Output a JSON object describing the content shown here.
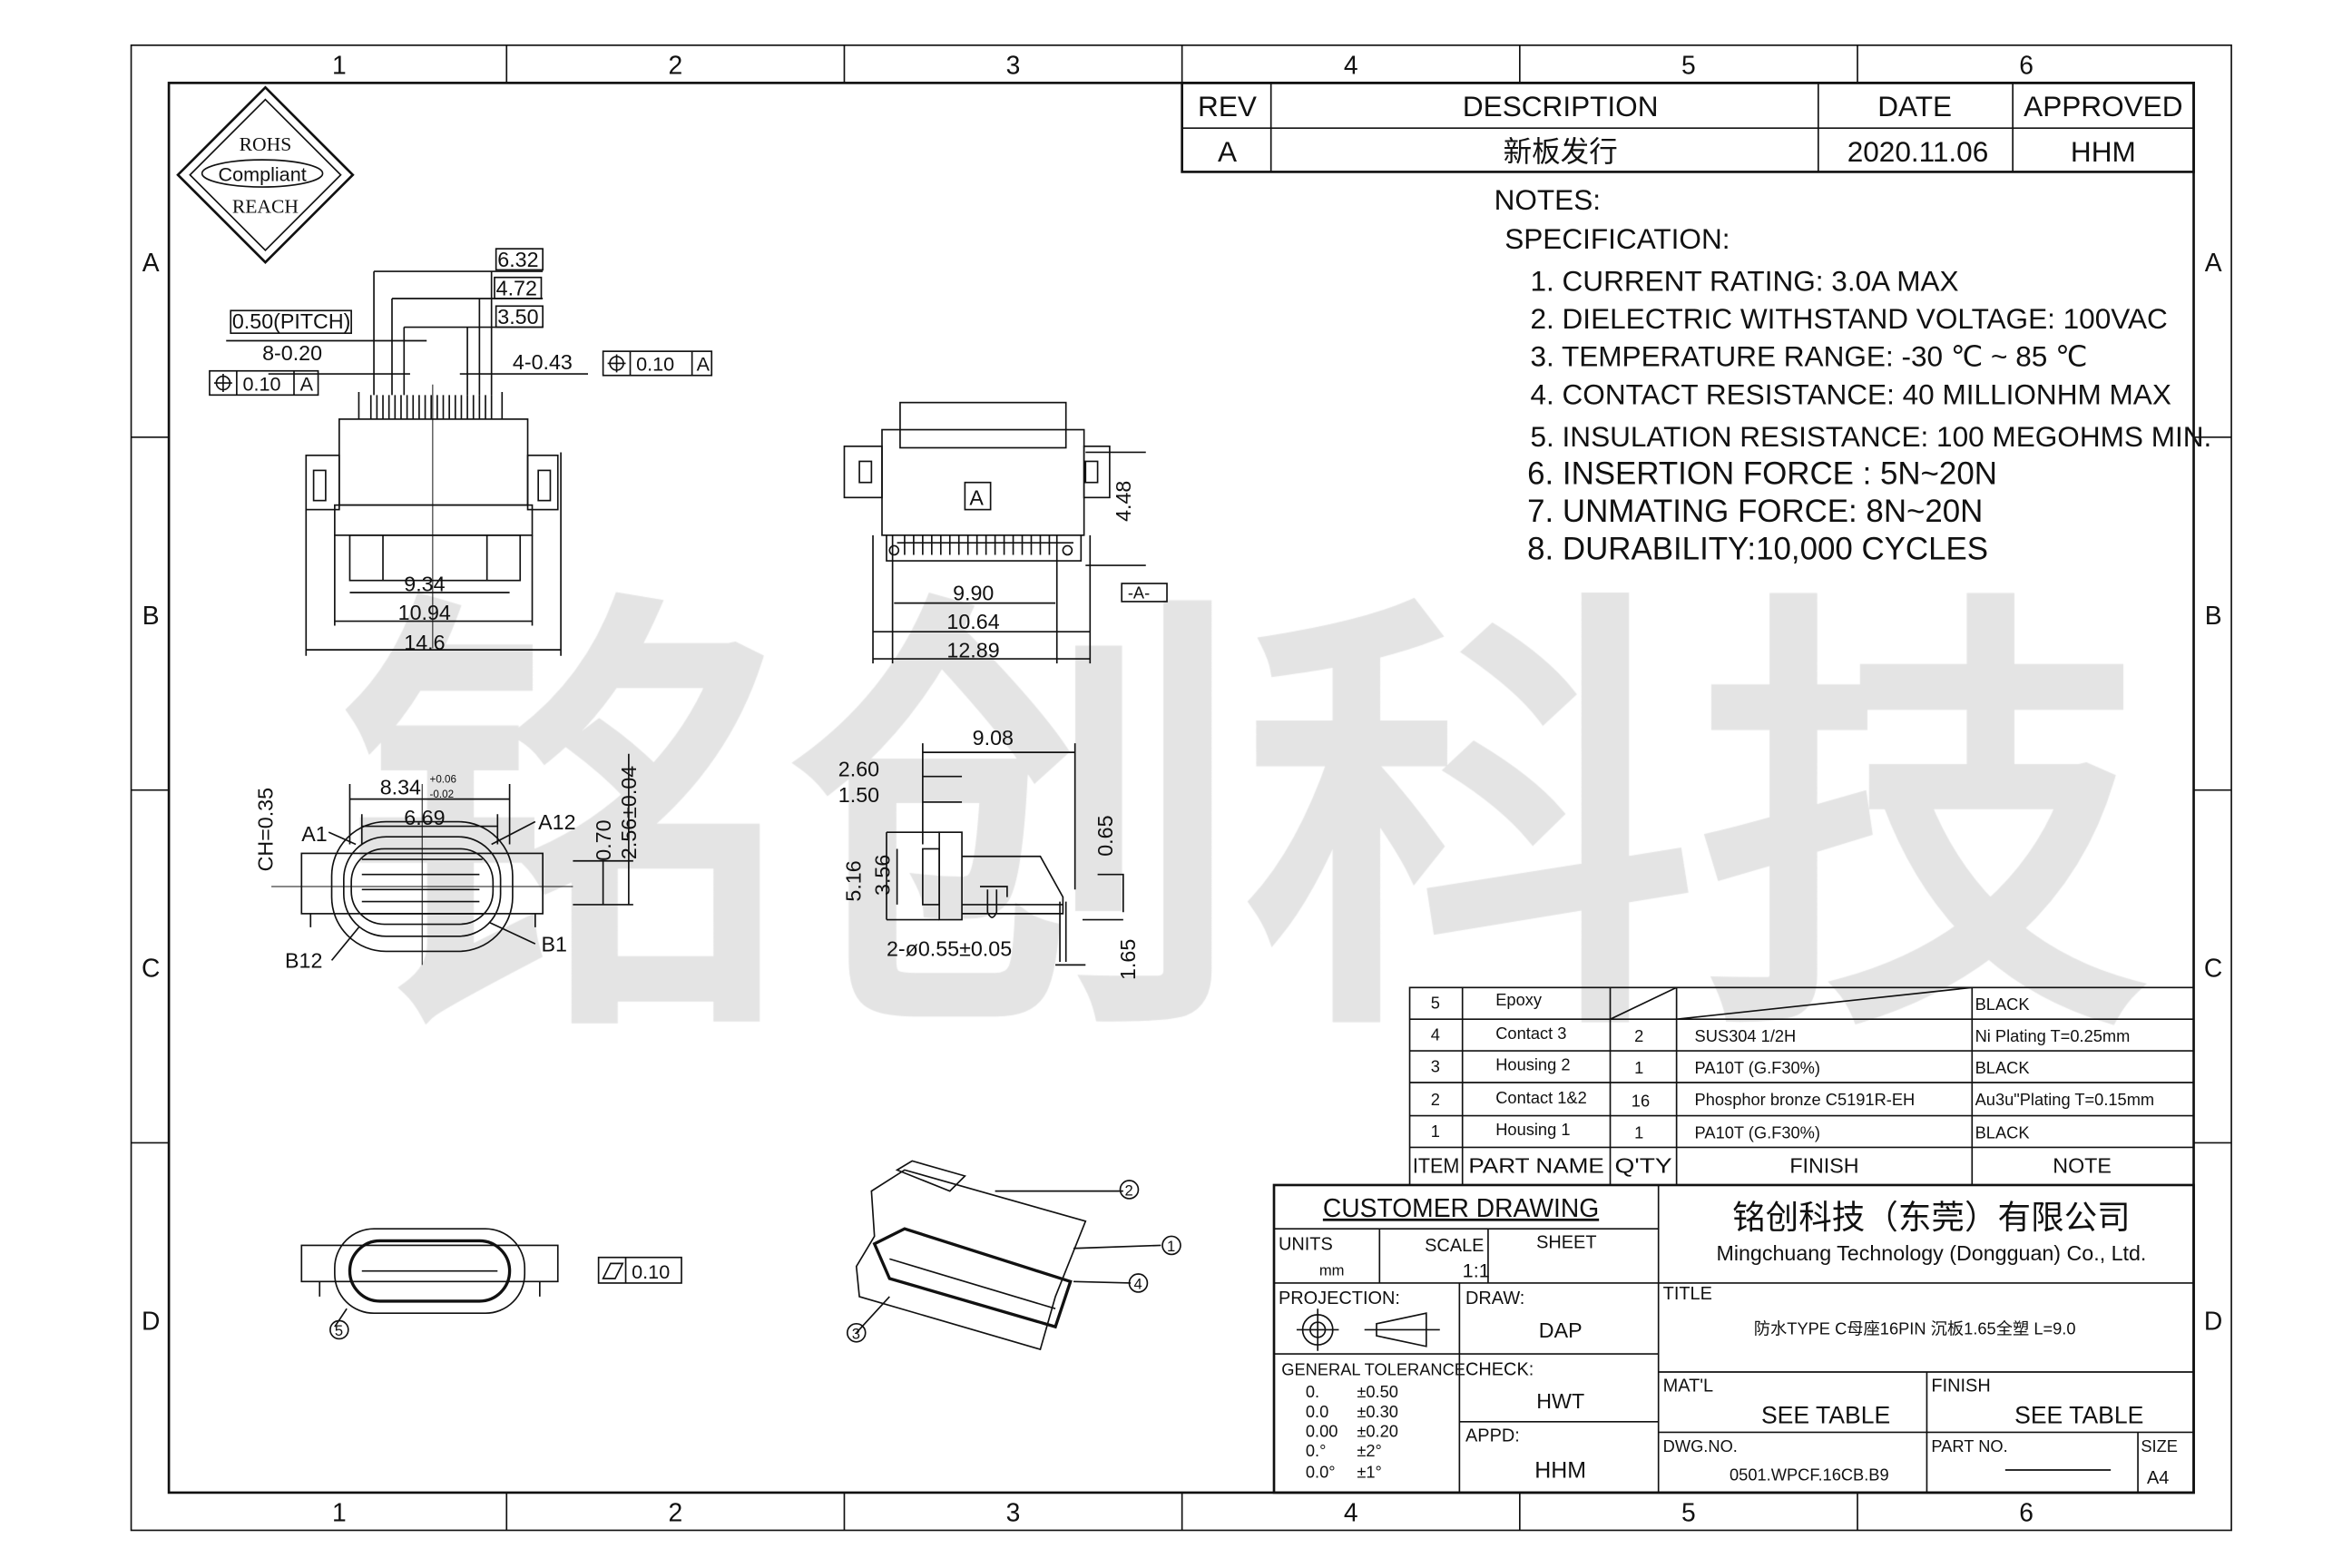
{
  "frame": {
    "zones_columns": [
      "1",
      "2",
      "3",
      "4",
      "5",
      "6"
    ],
    "zones_rows": [
      "A",
      "B",
      "C",
      "D"
    ]
  },
  "watermark": "铭创科技",
  "rohs_badge": {
    "line1": "ROHS",
    "line2": "Compliant",
    "line3": "REACH"
  },
  "revision_table": {
    "headers": {
      "rev": "REV",
      "description": "DESCRIPTION",
      "date": "DATE",
      "approved": "APPROVED"
    },
    "rows": [
      {
        "rev": "A",
        "description": "新板发行",
        "date": "2020.11.06",
        "approved": "HHM"
      }
    ]
  },
  "notes": {
    "title": "NOTES:",
    "subtitle": "SPECIFICATION:",
    "items": [
      "1. CURRENT RATING: 3.0A MAX",
      "2. DIELECTRIC WITHSTAND VOLTAGE: 100VAC",
      "3. TEMPERATURE RANGE: -30 ℃ ~ 85 ℃",
      "4. CONTACT RESISTANCE: 40 MILLIONHM MAX",
      "5. INSULATION RESISTANCE: 100 MEGOHMS MIN.",
      "6. INSERTION FORCE : 5N~20N",
      "7. UNMATING FORCE: 8N~20N",
      "8. DURABILITY:10,000 CYCLES"
    ]
  },
  "views": {
    "top_left": {
      "dims": {
        "d632": "6.32",
        "d472": "4.72",
        "d350": "3.50",
        "pitch": "0.50(PITCH)",
        "d820": "8-0.20",
        "d443": "4-0.43",
        "d934": "9.34",
        "d1094": "10.94",
        "d146": "14.6"
      },
      "fcf_left": {
        "tol": "0.10",
        "datum": "A"
      },
      "fcf_right": {
        "tol": "0.10",
        "datum": "A"
      }
    },
    "top_middle": {
      "datum_label": "A",
      "dims": {
        "d990": "9.90",
        "d1064": "10.64",
        "d1289": "12.89",
        "d448": "4.48",
        "datum_ref": "-A-"
      }
    },
    "front": {
      "dims": {
        "d834": "8.34",
        "tol_plus": "+0.06",
        "tol_minus": "-0.02",
        "d669": "6.69",
        "ch": "CH=0.35",
        "d070": "0.70",
        "d256": "2.56±0.04"
      },
      "pins": {
        "a1": "A1",
        "a12": "A12",
        "b12": "B12",
        "b1": "B1"
      }
    },
    "side": {
      "dims": {
        "d908": "9.08",
        "d260": "2.60",
        "d150": "1.50",
        "d516": "5.16",
        "d356": "3.56",
        "d065": "0.65",
        "hole": "2-ø0.55±0.05",
        "d165": "1.65"
      }
    },
    "bottom": {
      "flatness_tol": "0.10",
      "balloon": "5"
    },
    "isometric": {
      "balloons": [
        "1",
        "2",
        "3",
        "4"
      ]
    }
  },
  "bom": {
    "headers": {
      "item": "ITEM",
      "part_name": "PART NAME",
      "qty": "Q'TY",
      "finish": "FINISH",
      "note": "NOTE"
    },
    "rows": [
      {
        "item": "5",
        "part_name": "Epoxy",
        "qty": "",
        "finish": "",
        "note": "BLACK"
      },
      {
        "item": "4",
        "part_name": "Contact 3",
        "qty": "2",
        "finish": "SUS304 1/2H",
        "note": "Ni  Plating   T=0.25mm"
      },
      {
        "item": "3",
        "part_name": "Housing 2",
        "qty": "1",
        "finish": "PA10T (G.F30%)",
        "note": "BLACK"
      },
      {
        "item": "2",
        "part_name": "Contact 1&2",
        "qty": "16",
        "finish": "Phosphor bronze C5191R-EH",
        "note": "Au3u\"Plating   T=0.15mm"
      },
      {
        "item": "1",
        "part_name": "Housing 1",
        "qty": "1",
        "finish": "PA10T (G.F30%)",
        "note": "BLACK"
      }
    ]
  },
  "title_block": {
    "customer_drawing": "CUSTOMER DRAWING",
    "units_label": "UNITS",
    "units": "mm",
    "scale_label": "SCALE",
    "scale": "1:1",
    "sheet_label": "SHEET",
    "projection_label": "PROJECTION:",
    "draw_label": "DRAW:",
    "draw": "DAP",
    "check_label": "CHECK:",
    "check": "HWT",
    "appd_label": "APPD:",
    "appd": "HHM",
    "tolerance_label": "GENERAL  TOLERANCE",
    "tolerances": [
      {
        "k": "0.",
        "v": "±0.50"
      },
      {
        "k": "0.0",
        "v": "±0.30"
      },
      {
        "k": "0.00",
        "v": "±0.20"
      },
      {
        "k": "0.°",
        "v": "±2°"
      },
      {
        "k": "0.0°",
        "v": "±1°"
      }
    ],
    "company_cn": "铭创科技（东莞）有限公司",
    "company_en": "Mingchuang Technology (Dongguan) Co., Ltd.",
    "title_label": "TITLE",
    "title": "防水TYPE C母座16PIN 沉板1.65全塑 L=9.0",
    "matl_label": "MAT'L",
    "matl": "SEE TABLE",
    "finish_label": "FINISH",
    "finish": "SEE TABLE",
    "dwg_no_label": "DWG.NO.",
    "dwg_no": "0501.WPCF.16CB.B9",
    "part_no_label": "PART NO.",
    "size_label": "SIZE",
    "size": "A4"
  }
}
